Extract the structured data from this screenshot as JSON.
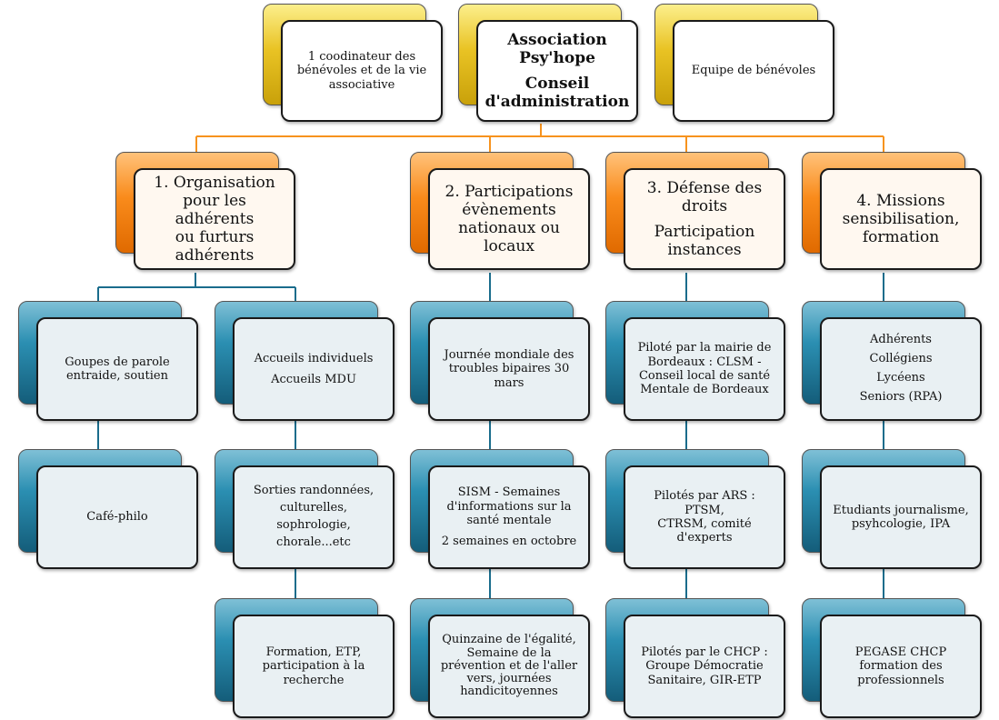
{
  "colors": {
    "gold": "#e9c324",
    "orange": "#f98b1b",
    "teal": "#2b8fb2",
    "connector_orange": "#f7931e",
    "connector_teal": "#1a6c8c"
  },
  "top": {
    "coordinator": [
      "1 coodinateur des",
      "bénévoles et de la vie",
      "associative"
    ],
    "center_name": [
      "Association",
      "Psy'hope"
    ],
    "center_board": [
      "Conseil",
      "d'administration"
    ],
    "volunteers": [
      "Equipe de bénévoles"
    ]
  },
  "axes": [
    {
      "title": [
        "1. Organisation",
        "pour les adhérents",
        "ou furturs",
        "adhérents"
      ]
    },
    {
      "title": [
        "2. Participations",
        "évènements",
        "nationaux ou",
        "locaux"
      ]
    },
    {
      "title": [
        "3. Défense des",
        "droits"
      ],
      "subtitle": [
        "Participation",
        "instances"
      ]
    },
    {
      "title": [
        "4. Missions",
        "sensibilisation,",
        "formation"
      ]
    }
  ],
  "axis1": {
    "groups": [
      "Goupes de parole",
      "entraide, soutien"
    ],
    "cafe": [
      "Café-philo"
    ],
    "accueils": [
      "Accueils individuels",
      "Accueils MDU"
    ],
    "sorties": [
      "Sorties randonnées,",
      "culturelles, sophrologie,",
      "chorale...etc"
    ],
    "formation": [
      "Formation, ETP,",
      "participation à la",
      "recherche"
    ]
  },
  "axis2": {
    "journee": [
      "Journée mondiale des",
      "troubles bipaires 30",
      "mars"
    ],
    "sism": [
      "SISM - Semaines",
      "d'informations sur la",
      "santé mentale"
    ],
    "sism_note": "2 semaines en octobre",
    "quinzaine": [
      "Quinzaine de l'égalité,",
      "Semaine de la",
      "prévention et de l'aller",
      "vers, journées",
      "handicitoyennes"
    ]
  },
  "axis3": {
    "mairie": [
      "Piloté par la mairie de",
      "Bordeaux : CLSM -",
      "Conseil local de santé",
      "Mentale de Bordeaux"
    ],
    "ars": [
      "Pilotés par ARS :  PTSM,",
      "CTRSM, comité",
      "d'experts"
    ],
    "chcp": [
      "Pilotés par le CHCP :",
      "Groupe Démocratie",
      "Sanitaire, GIR-ETP"
    ]
  },
  "axis4": {
    "publics": [
      "Adhérents",
      "Collégiens",
      "Lycéens",
      "Seniors (RPA)"
    ],
    "etudiants": [
      "Etudiants journalisme,",
      "psyhcologie, IPA"
    ],
    "pegase": [
      "PEGASE CHCP",
      "formation des",
      "professionnels"
    ]
  }
}
